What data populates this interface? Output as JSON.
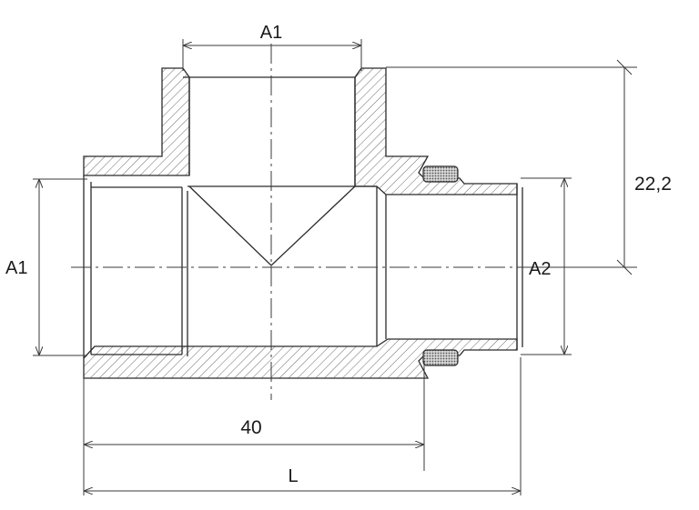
{
  "labels": {
    "top_a1": "A1",
    "left_a1": "A1",
    "right_a2": "A2",
    "height": "22,2",
    "length_40": "40",
    "length_l": "L"
  },
  "colors": {
    "outline": "#2b2b2b",
    "hatch": "#5a5a5a",
    "dimension": "#3a3a3a",
    "seal": "#8a8a8a"
  }
}
